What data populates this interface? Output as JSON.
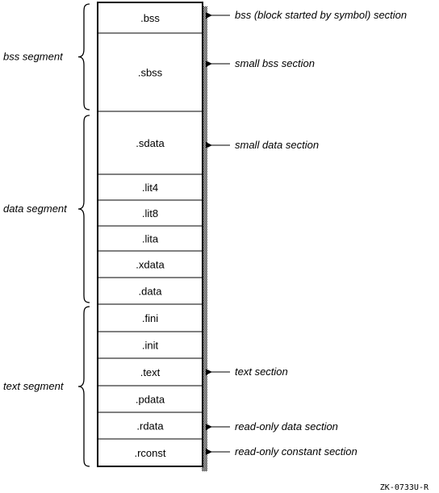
{
  "segments": [
    {
      "label": "bss segment"
    },
    {
      "label": "data segment"
    },
    {
      "label": "text segment"
    }
  ],
  "sections": [
    {
      "name": ".bss"
    },
    {
      "name": ".sbss"
    },
    {
      "name": ".sdata"
    },
    {
      "name": ".lit4"
    },
    {
      "name": ".lit8"
    },
    {
      "name": ".lita"
    },
    {
      "name": ".xdata"
    },
    {
      "name": ".data"
    },
    {
      "name": ".fini"
    },
    {
      "name": ".init"
    },
    {
      "name": ".text"
    },
    {
      "name": ".pdata"
    },
    {
      "name": ".rdata"
    },
    {
      "name": ".rconst"
    }
  ],
  "annotations": [
    {
      "text": "bss (block started by symbol) section"
    },
    {
      "text": "small bss section"
    },
    {
      "text": "small data section"
    },
    {
      "text": "text section"
    },
    {
      "text": "read-only data section"
    },
    {
      "text": "read-only constant section"
    }
  ],
  "figure_id": "ZK-0733U-R"
}
